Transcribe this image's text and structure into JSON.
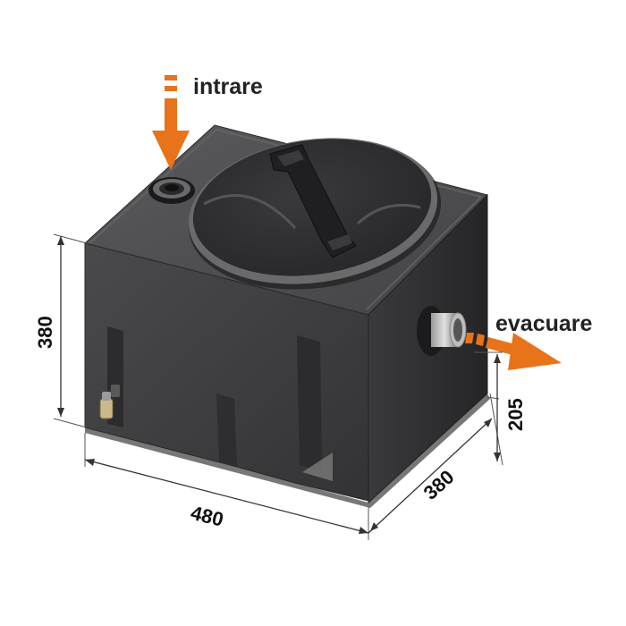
{
  "labels": {
    "inlet": "intrare",
    "outlet": "evacuare"
  },
  "dimensions": {
    "height": "380",
    "width": "480",
    "depth": "380",
    "outlet_height": "205"
  },
  "colors": {
    "arrow": "#e8731a",
    "tank": "#3e3e40",
    "lid": "#2f2f31",
    "dimension_line": "#333333"
  }
}
